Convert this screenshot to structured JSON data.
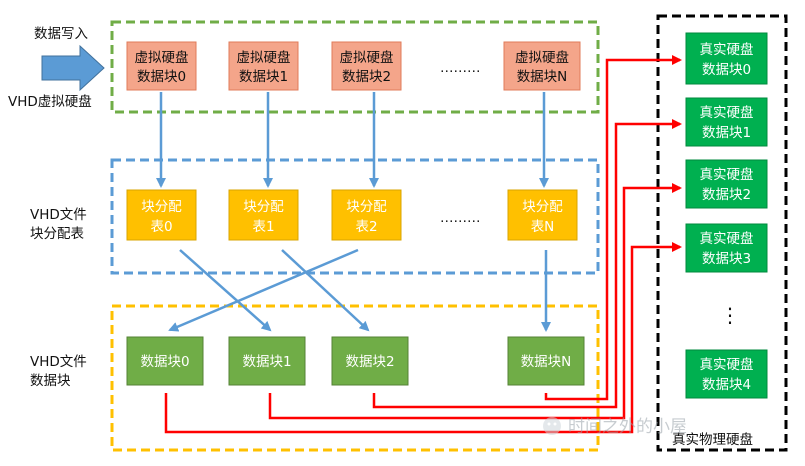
{
  "labels": {
    "data_write": "数据写入",
    "vhd_virtual_disk": "VHD虚拟硬盘",
    "vhd_bat_line1": "VHD文件",
    "vhd_bat_line2": "块分配表",
    "vhd_blocks_line1": "VHD文件",
    "vhd_blocks_line2": "数据块",
    "physical_disk": "真实物理硬盘",
    "watermark": "时间之外的小屋"
  },
  "virtual_blocks": [
    {
      "line1": "虚拟硬盘",
      "line2": "数据块0"
    },
    {
      "line1": "虚拟硬盘",
      "line2": "数据块1"
    },
    {
      "line1": "虚拟硬盘",
      "line2": "数据块2"
    },
    {
      "line1": "虚拟硬盘",
      "line2": "数据块N"
    }
  ],
  "bat_entries": [
    {
      "line1": "块分配",
      "line2": "表0"
    },
    {
      "line1": "块分配",
      "line2": "表1"
    },
    {
      "line1": "块分配",
      "line2": "表2"
    },
    {
      "line1": "块分配",
      "line2": "表N"
    }
  ],
  "file_blocks": [
    "数据块0",
    "数据块1",
    "数据块2",
    "数据块N"
  ],
  "physical_blocks": [
    {
      "line1": "真实硬盘",
      "line2": "数据块0"
    },
    {
      "line1": "真实硬盘",
      "line2": "数据块1"
    },
    {
      "line1": "真实硬盘",
      "line2": "数据块2"
    },
    {
      "line1": "真实硬盘",
      "line2": "数据块3"
    },
    {
      "line1": "真实硬盘",
      "line2": "数据块4"
    }
  ],
  "ellipsis_h": "………",
  "ellipsis_v": "⋮",
  "colors": {
    "virtual_fill": "#f4a58a",
    "virtual_stroke": "#e07b5a",
    "bat_fill": "#ffc000",
    "file_fill": "#70ad47",
    "physical_fill": "#00b050",
    "green_dash": "#70ad47",
    "blue_dash": "#5b9bd5",
    "yellow_dash": "#ffc000",
    "blue_arrow": "#5b9bd5",
    "red_arrow": "#ff0000"
  }
}
